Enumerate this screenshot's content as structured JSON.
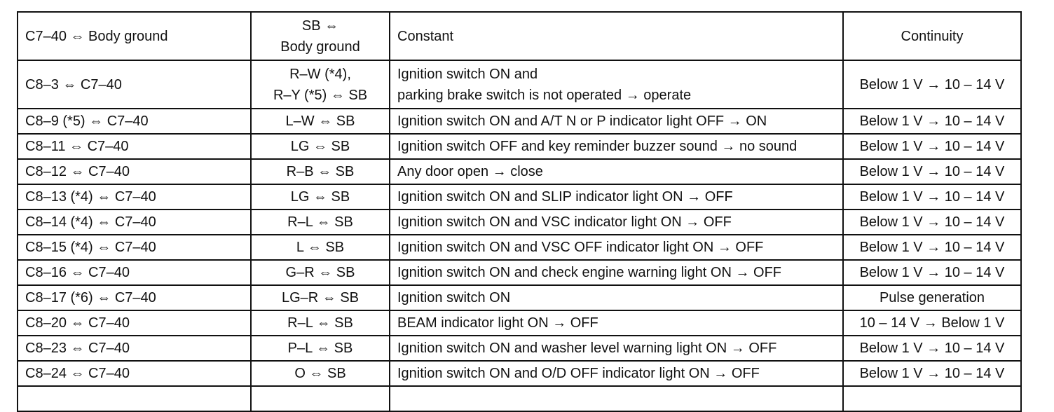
{
  "header": {
    "terminal": "C7–40 ⇔ Body ground",
    "wiring_line1": "SB ⇔",
    "wiring_line2": "Body ground",
    "condition": "Constant",
    "result": "Continuity"
  },
  "rows": [
    {
      "terminal": "C8–3 ⇔ C7–40",
      "wiring_line1": "R–W (*4),",
      "wiring_line2": "R–Y (*5) ⇔ SB",
      "condition_line1": "Ignition switch ON and",
      "condition_line2": "parking brake switch is not operated → operate",
      "result": "Below 1 V → 10 – 14 V"
    },
    {
      "terminal": "C8–9 (*5) ⇔ C7–40",
      "wiring": "L–W ⇔ SB",
      "condition": "Ignition switch ON and A/T N or P indicator light OFF → ON",
      "result": "Below 1 V → 10 – 14 V"
    },
    {
      "terminal": "C8–11 ⇔ C7–40",
      "wiring": "LG ⇔ SB",
      "condition": "Ignition switch OFF and key reminder buzzer sound → no sound",
      "result": "Below 1 V → 10 – 14 V"
    },
    {
      "terminal": "C8–12 ⇔ C7–40",
      "wiring": "R–B ⇔ SB",
      "condition": "Any door open → close",
      "result": "Below 1 V → 10 – 14 V"
    },
    {
      "terminal": "C8–13 (*4) ⇔ C7–40",
      "wiring": "LG ⇔ SB",
      "condition": "Ignition switch ON and SLIP indicator light ON → OFF",
      "result": "Below 1 V → 10 – 14 V"
    },
    {
      "terminal": "C8–14 (*4) ⇔ C7–40",
      "wiring": "R–L ⇔ SB",
      "condition": "Ignition switch ON and VSC indicator light ON → OFF",
      "result": "Below 1 V → 10 – 14 V"
    },
    {
      "terminal": "C8–15 (*4) ⇔ C7–40",
      "wiring": "L ⇔ SB",
      "condition": "Ignition switch ON and VSC OFF indicator light ON → OFF",
      "result": "Below 1 V → 10 – 14 V"
    },
    {
      "terminal": "C8–16 ⇔ C7–40",
      "wiring": "G–R ⇔ SB",
      "condition": "Ignition switch ON and check engine warning light ON → OFF",
      "result": "Below 1 V → 10 – 14 V"
    },
    {
      "terminal": "C8–17 (*6) ⇔ C7–40",
      "wiring": "LG–R ⇔ SB",
      "condition": "Ignition switch ON",
      "result": "Pulse generation"
    },
    {
      "terminal": "C8–20 ⇔ C7–40",
      "wiring": "R–L ⇔ SB",
      "condition": "BEAM indicator light ON → OFF",
      "result": "10 – 14 V → Below 1 V"
    },
    {
      "terminal": "C8–23 ⇔ C7–40",
      "wiring": "P–L ⇔ SB",
      "condition": "Ignition switch ON and washer level warning light ON → OFF",
      "result": "Below 1 V → 10 – 14 V"
    },
    {
      "terminal": "C8–24 ⇔ C7–40",
      "wiring": "O ⇔ SB",
      "condition": "Ignition switch ON and O/D OFF indicator light ON → OFF",
      "result": "Below 1 V → 10 – 14 V"
    }
  ]
}
